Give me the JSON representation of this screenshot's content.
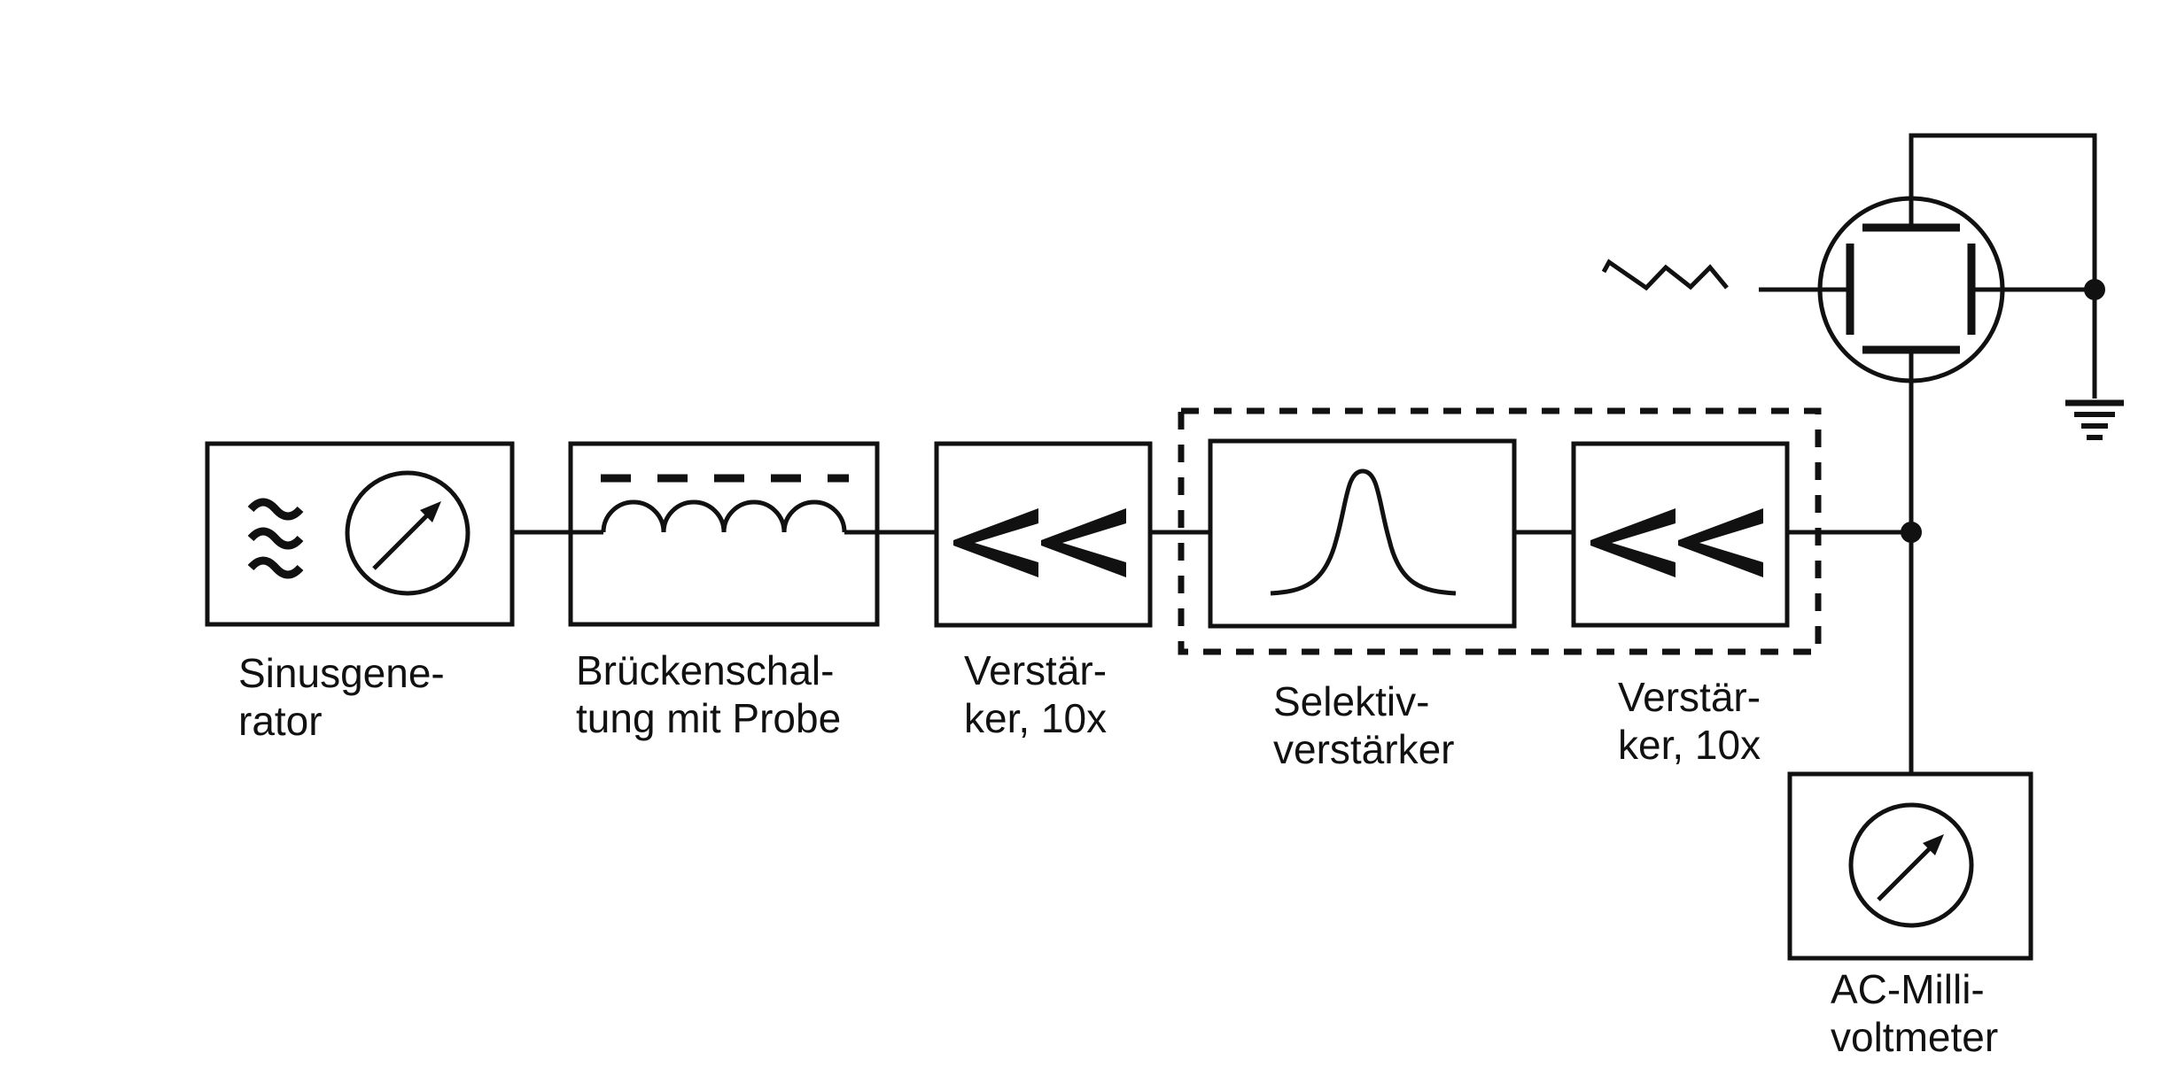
{
  "labels": {
    "sine_generator": [
      "Sinusgene-",
      "rator"
    ],
    "bridge_circuit": [
      "Brückenschal-",
      "tung mit Probe"
    ],
    "amplifier_1": [
      "Verstär-",
      "ker, 10x"
    ],
    "selective_amplifier": [
      "Selektiv-",
      "verstärker"
    ],
    "amplifier_2": [
      "Verstär-",
      "ker, 10x"
    ],
    "ac_millivoltmeter": [
      "AC-Milli-",
      "voltmeter"
    ]
  },
  "icons": {
    "generator": [
      "wave-symbol-icon",
      "meter-dial-icon"
    ],
    "bridge": "coil-with-core-icon",
    "amplifier": "amplifier-double-chevron-icon",
    "selective_amplifier": "resonance-peak-icon",
    "detector": "phototube-icon",
    "light": "lightning-icon",
    "ground": "ground-icon",
    "voltmeter": "meter-dial-icon"
  },
  "colors": {
    "stroke": "#111111",
    "background": "#ffffff"
  }
}
